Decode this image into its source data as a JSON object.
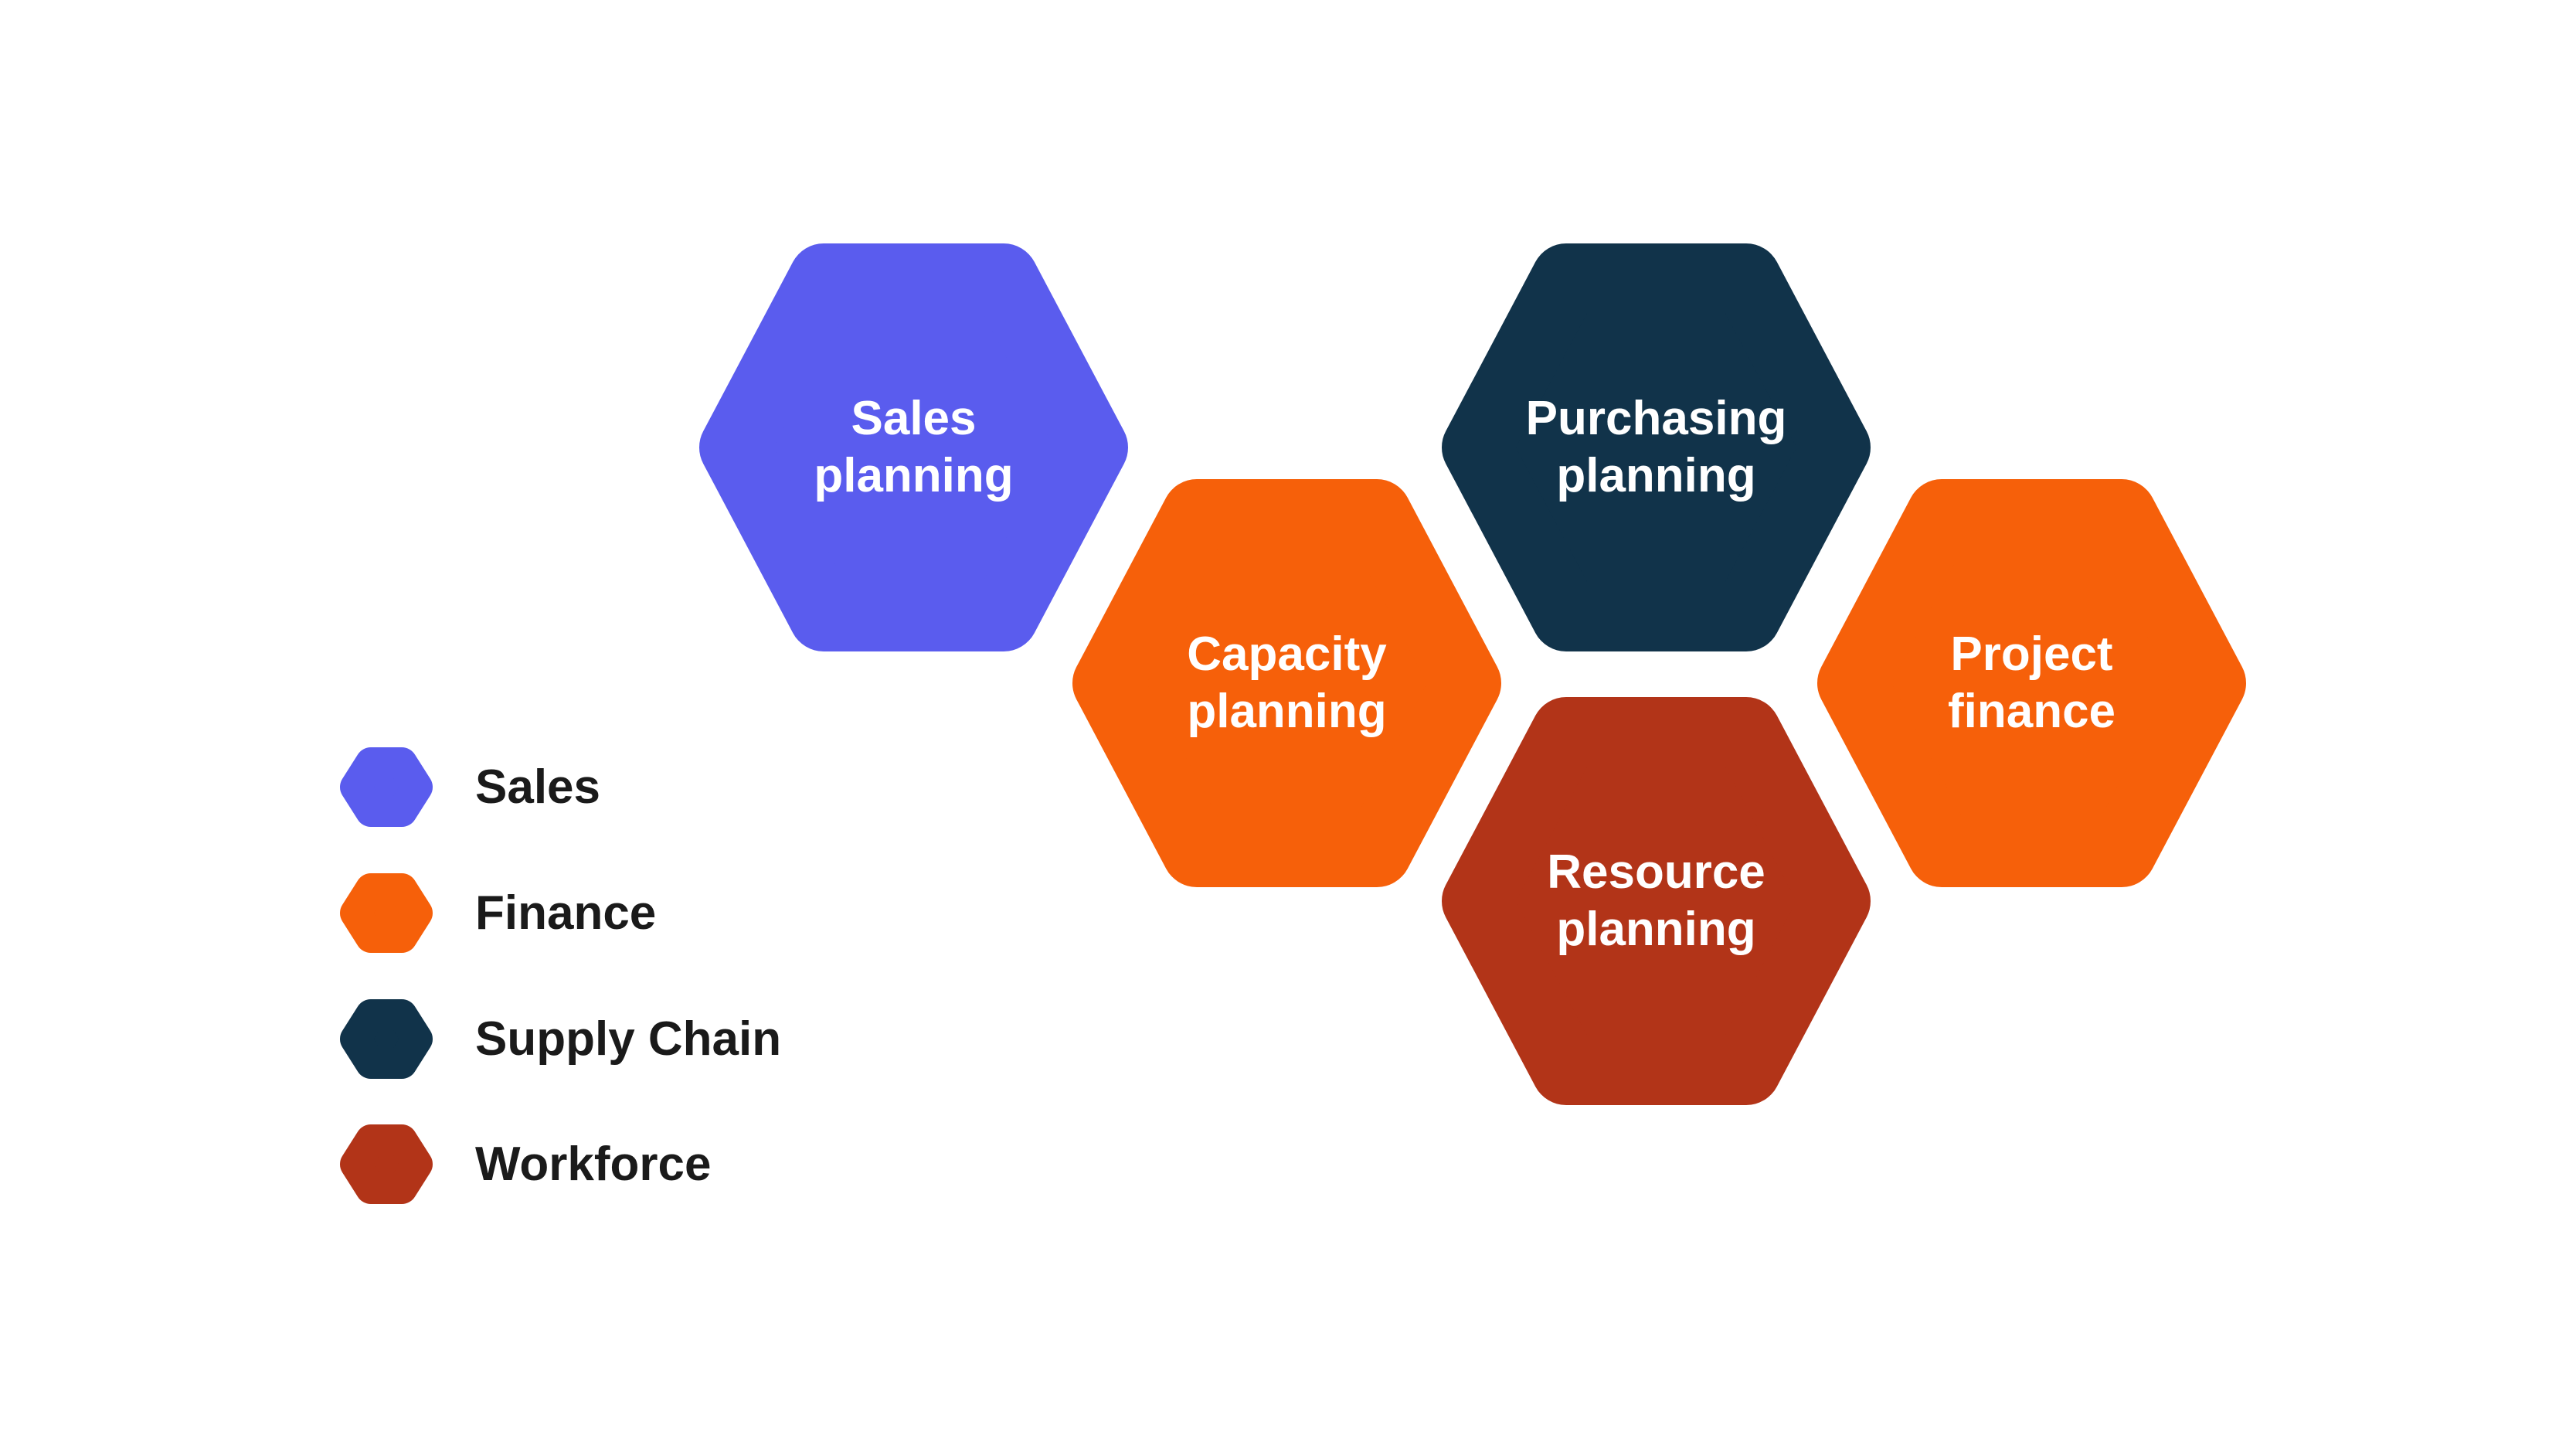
{
  "diagram": {
    "background_color": "#ffffff",
    "node_text_color": "#ffffff",
    "legend_text_color": "#1a1a1a",
    "nodes": [
      {
        "id": "sales-planning",
        "label": "Sales planning",
        "category": "Sales",
        "color": "#5a5cee"
      },
      {
        "id": "capacity-planning",
        "label": "Capacity planning",
        "category": "Finance",
        "color": "#f6600a"
      },
      {
        "id": "purchasing-planning",
        "label": "Purchasing planning",
        "category": "Supply Chain",
        "color": "#11334a"
      },
      {
        "id": "resource-planning",
        "label": "Resource planning",
        "category": "Workforce",
        "color": "#b23418"
      },
      {
        "id": "project-finance",
        "label": "Project finance",
        "category": "Finance",
        "color": "#f6600a"
      }
    ],
    "legend": {
      "items": [
        {
          "label": "Sales",
          "color": "#5a5cee"
        },
        {
          "label": "Finance",
          "color": "#f6600a"
        },
        {
          "label": "Supply Chain",
          "color": "#11334a"
        },
        {
          "label": "Workforce",
          "color": "#b23418"
        }
      ]
    }
  }
}
